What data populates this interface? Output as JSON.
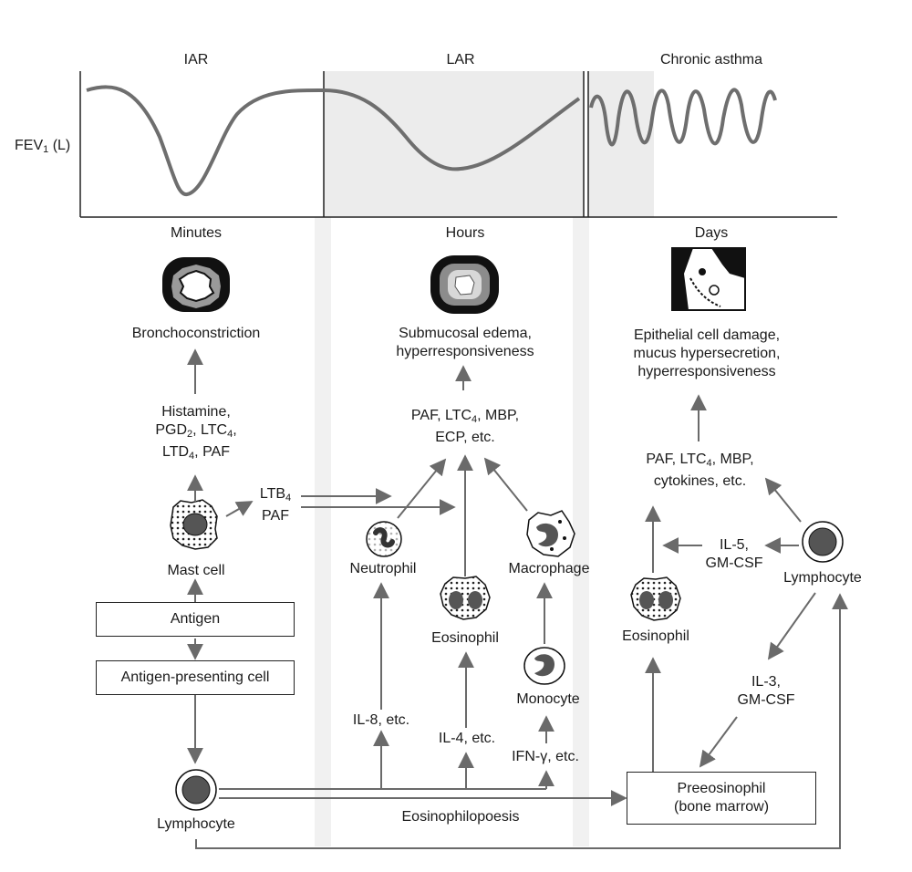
{
  "panels": {
    "iar": "IAR",
    "lar": "LAR",
    "chronic": "Chronic asthma"
  },
  "y_axis": {
    "base": "FEV",
    "sub": "1",
    "unit": " (L)"
  },
  "timescales": {
    "minutes": "Minutes",
    "hours": "Hours",
    "days": "Days"
  },
  "outcomes": {
    "bronchoconstriction": "Bronchoconstriction",
    "late_line1": "Submucosal edema,",
    "late_line2": "hyperresponsiveness",
    "chronic_line1": "Epithelial cell damage,",
    "chronic_line2": "mucus hypersecretion,",
    "chronic_line3": "hyperresponsiveness"
  },
  "mediators": {
    "early": {
      "line1": "Histamine,",
      "pgd_a": "PGD",
      "pgd_sub": "2",
      "pgd_b": ", LTC",
      "pgd_sub2": "4",
      "pgd_c": ",",
      "ltd_a": "LTD",
      "ltd_sub": "4",
      "ltd_b": ", PAF"
    },
    "chemo": {
      "ltb": "LTB",
      "ltb_sub": "4",
      "paf": "PAF"
    },
    "late": {
      "a": "PAF, LTC",
      "sub": "4",
      "b": ", MBP,",
      "line2": "ECP, etc."
    },
    "chronic": {
      "a": "PAF, LTC",
      "sub": "4",
      "b": ", MBP,",
      "line2": "cytokines, etc."
    }
  },
  "cells": {
    "mast": "Mast cell",
    "neutrophil": "Neutrophil",
    "eosinophil": "Eosinophil",
    "macrophage": "Macrophage",
    "monocyte": "Monocyte",
    "eosinophil2": "Eosinophil",
    "lymphocyte": "Lymphocyte",
    "lymphocyte2": "Lymphocyte"
  },
  "boxes": {
    "antigen": "Antigen",
    "apc": "Antigen-presenting cell",
    "preeo_line1": "Preeosinophil",
    "preeo_line2": "(bone marrow)"
  },
  "cytokines": {
    "il8": "IL-8, etc.",
    "il4": "IL-4, etc.",
    "ifn": "IFN-γ, etc.",
    "il5_line1": "IL-5,",
    "il5_line2": "GM-CSF",
    "il3_line1": "IL-3,",
    "il3_line2": "GM-CSF"
  },
  "process": {
    "eosinophilopoesis": "Eosinophilopoesis"
  },
  "colors": {
    "curve": "#6e6e6e",
    "arrow": "#6a6a6a",
    "shade": "#ececec",
    "cell_dark": "#3a3a3a"
  }
}
